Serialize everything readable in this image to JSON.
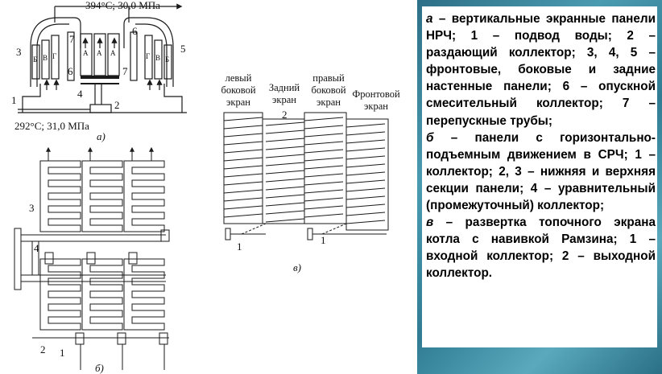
{
  "figure_a": {
    "outlet_label": "394°C; 30,0 МПа",
    "inlet_label": "292°C; 31,0 МПа",
    "sublabel": "а)",
    "numbers": [
      "1",
      "2",
      "3",
      "4",
      "5",
      "6",
      "7",
      "7",
      "6"
    ],
    "panel_letters": [
      "Б",
      "В",
      "Г",
      "А",
      "А",
      "А",
      "Г",
      "В",
      "Б"
    ]
  },
  "figure_b": {
    "sublabel": "б)",
    "numbers": [
      "3",
      "4",
      "2",
      "1"
    ]
  },
  "figure_v": {
    "sublabel": "в)",
    "header_left": "левый\nбоковой\nэкран",
    "header_back": "Задний\nэкран",
    "header_right": "правый\nбоковой\nэкран",
    "header_front": "Фронтовой\nэкран",
    "numbers": [
      "2",
      "1",
      "1"
    ]
  },
  "caption": {
    "a_letter": "а",
    "a_text": " – вертикальные экранные панели НРЧ; 1 – подвод воды; 2 – раздающий коллектор; 3, 4, 5 – фронтовые, боковые и задние настенные панели; 6 – опускной смесительный коллектор; 7 – перепускные трубы;",
    "b_letter": "б",
    "b_text": " – панели с горизонтально-подъемным движением в СРЧ; 1 – коллектор; 2, 3 – нижняя и верхняя секции панели; 4 – уравнительный (промежуточный) коллектор;",
    "v_letter": "в",
    "v_text": " – развертка топочного экрана котла с навивкой Рамзина; 1 – входной коллектор; 2 – выходной коллектор."
  },
  "colors": {
    "panel_gradient_dark": "#2d6f86",
    "panel_gradient_light": "#5aa9bc",
    "line": "#1a1a1a"
  }
}
